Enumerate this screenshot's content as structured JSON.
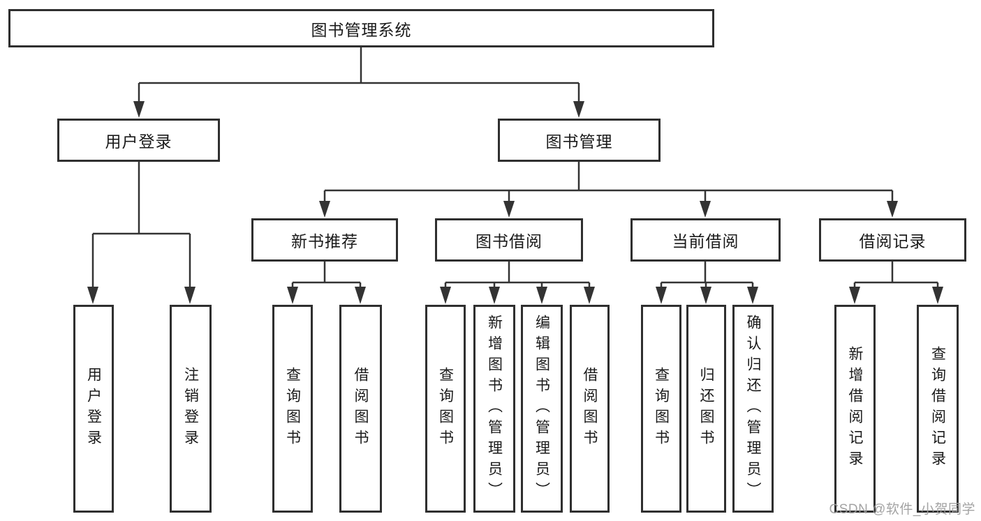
{
  "tree": {
    "root": {
      "label": "图书管理系统"
    },
    "level2": [
      {
        "label": "用户登录"
      },
      {
        "label": "图书管理"
      }
    ],
    "level3": [
      {
        "label": "新书推荐"
      },
      {
        "label": "图书借阅"
      },
      {
        "label": "当前借阅"
      },
      {
        "label": "借阅记录"
      }
    ],
    "leaves": {
      "user_login": [
        "用户登录",
        "注销登录"
      ],
      "new_book_recommend": [
        "查询图书",
        "借阅图书"
      ],
      "book_borrow": [
        "查询图书",
        "新增图书（管理员）",
        "编辑图书（管理员）",
        "借阅图书"
      ],
      "current_borrow": [
        "查询图书",
        "归还图书",
        "确认归还（管理员）"
      ],
      "borrow_records": [
        "新增借阅记录",
        "查询借阅记录"
      ]
    }
  },
  "watermark": "CSDN @软件_小贺同学",
  "colors": {
    "line": "#333333",
    "box_border": "#2f2f2f",
    "text": "#1a1a1a",
    "watermark": "#9e9e9e",
    "background": "#ffffff"
  }
}
